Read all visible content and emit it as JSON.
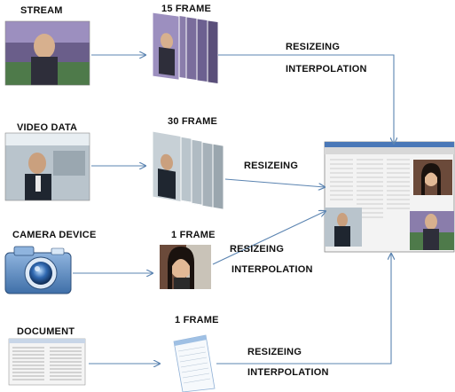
{
  "sources": {
    "stream": "STREAM",
    "video_data": "VIDEO DATA",
    "camera_device": "CAMERA DEVICE",
    "document": "DOCUMENT"
  },
  "frames": {
    "stream": "15 FRAME",
    "video": "30 FRAME",
    "camera": "1 FRAME",
    "document": "1 FRAME"
  },
  "operations": {
    "stream_resize": "RESIZEING",
    "stream_interp": "INTERPOLATION",
    "video_resize": "RESIZEING",
    "camera_resize": "RESIZEING",
    "camera_interp": "INTERPOLATION",
    "doc_resize": "RESIZEING",
    "doc_interp": "INTERPOLATION"
  },
  "colors": {
    "arrow": "#5b84b1"
  }
}
